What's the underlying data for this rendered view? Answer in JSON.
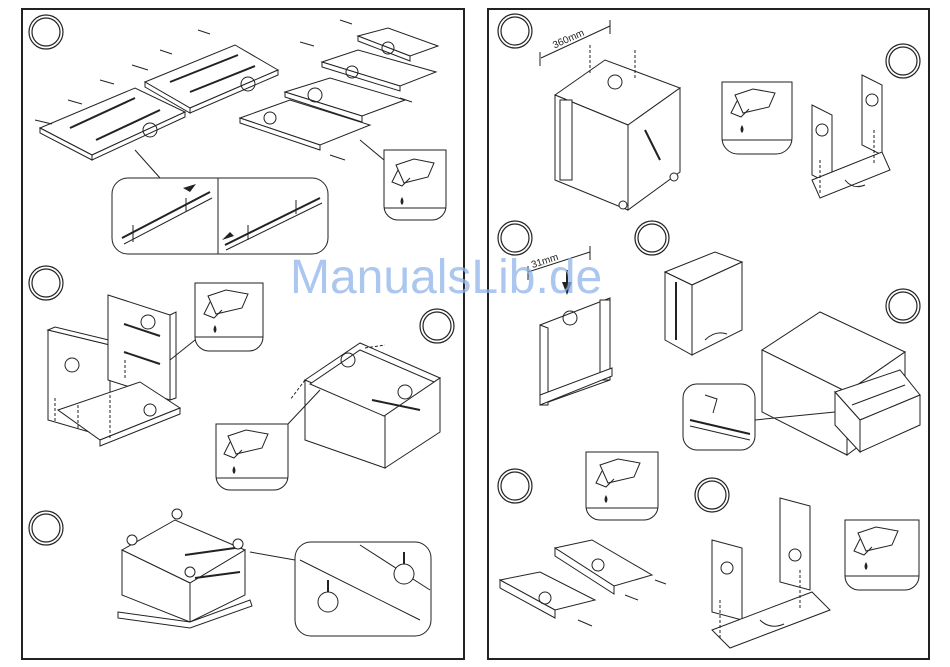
{
  "document": {
    "watermark": "ManualsLib.de",
    "dimensions": {
      "top_width": "360mm",
      "slide_height": "31mm"
    }
  },
  "left_page": {
    "steps": [
      {
        "id": "step-1",
        "label": ""
      },
      {
        "id": "step-2",
        "label": ""
      },
      {
        "id": "step-3",
        "label": ""
      },
      {
        "id": "step-4",
        "label": ""
      }
    ]
  },
  "right_page": {
    "steps": [
      {
        "id": "step-5",
        "label": ""
      },
      {
        "id": "step-6",
        "label": ""
      },
      {
        "id": "step-7",
        "label": ""
      },
      {
        "id": "step-8",
        "label": ""
      },
      {
        "id": "step-9",
        "label": ""
      },
      {
        "id": "step-10",
        "label": ""
      },
      {
        "id": "step-11",
        "label": ""
      }
    ]
  },
  "icons": [
    "glue-bottle-hand-icon",
    "wooden-dowel-icon",
    "caster-wheel-icon",
    "drawer-slide-rail-icon",
    "downward-arrow-icon"
  ]
}
